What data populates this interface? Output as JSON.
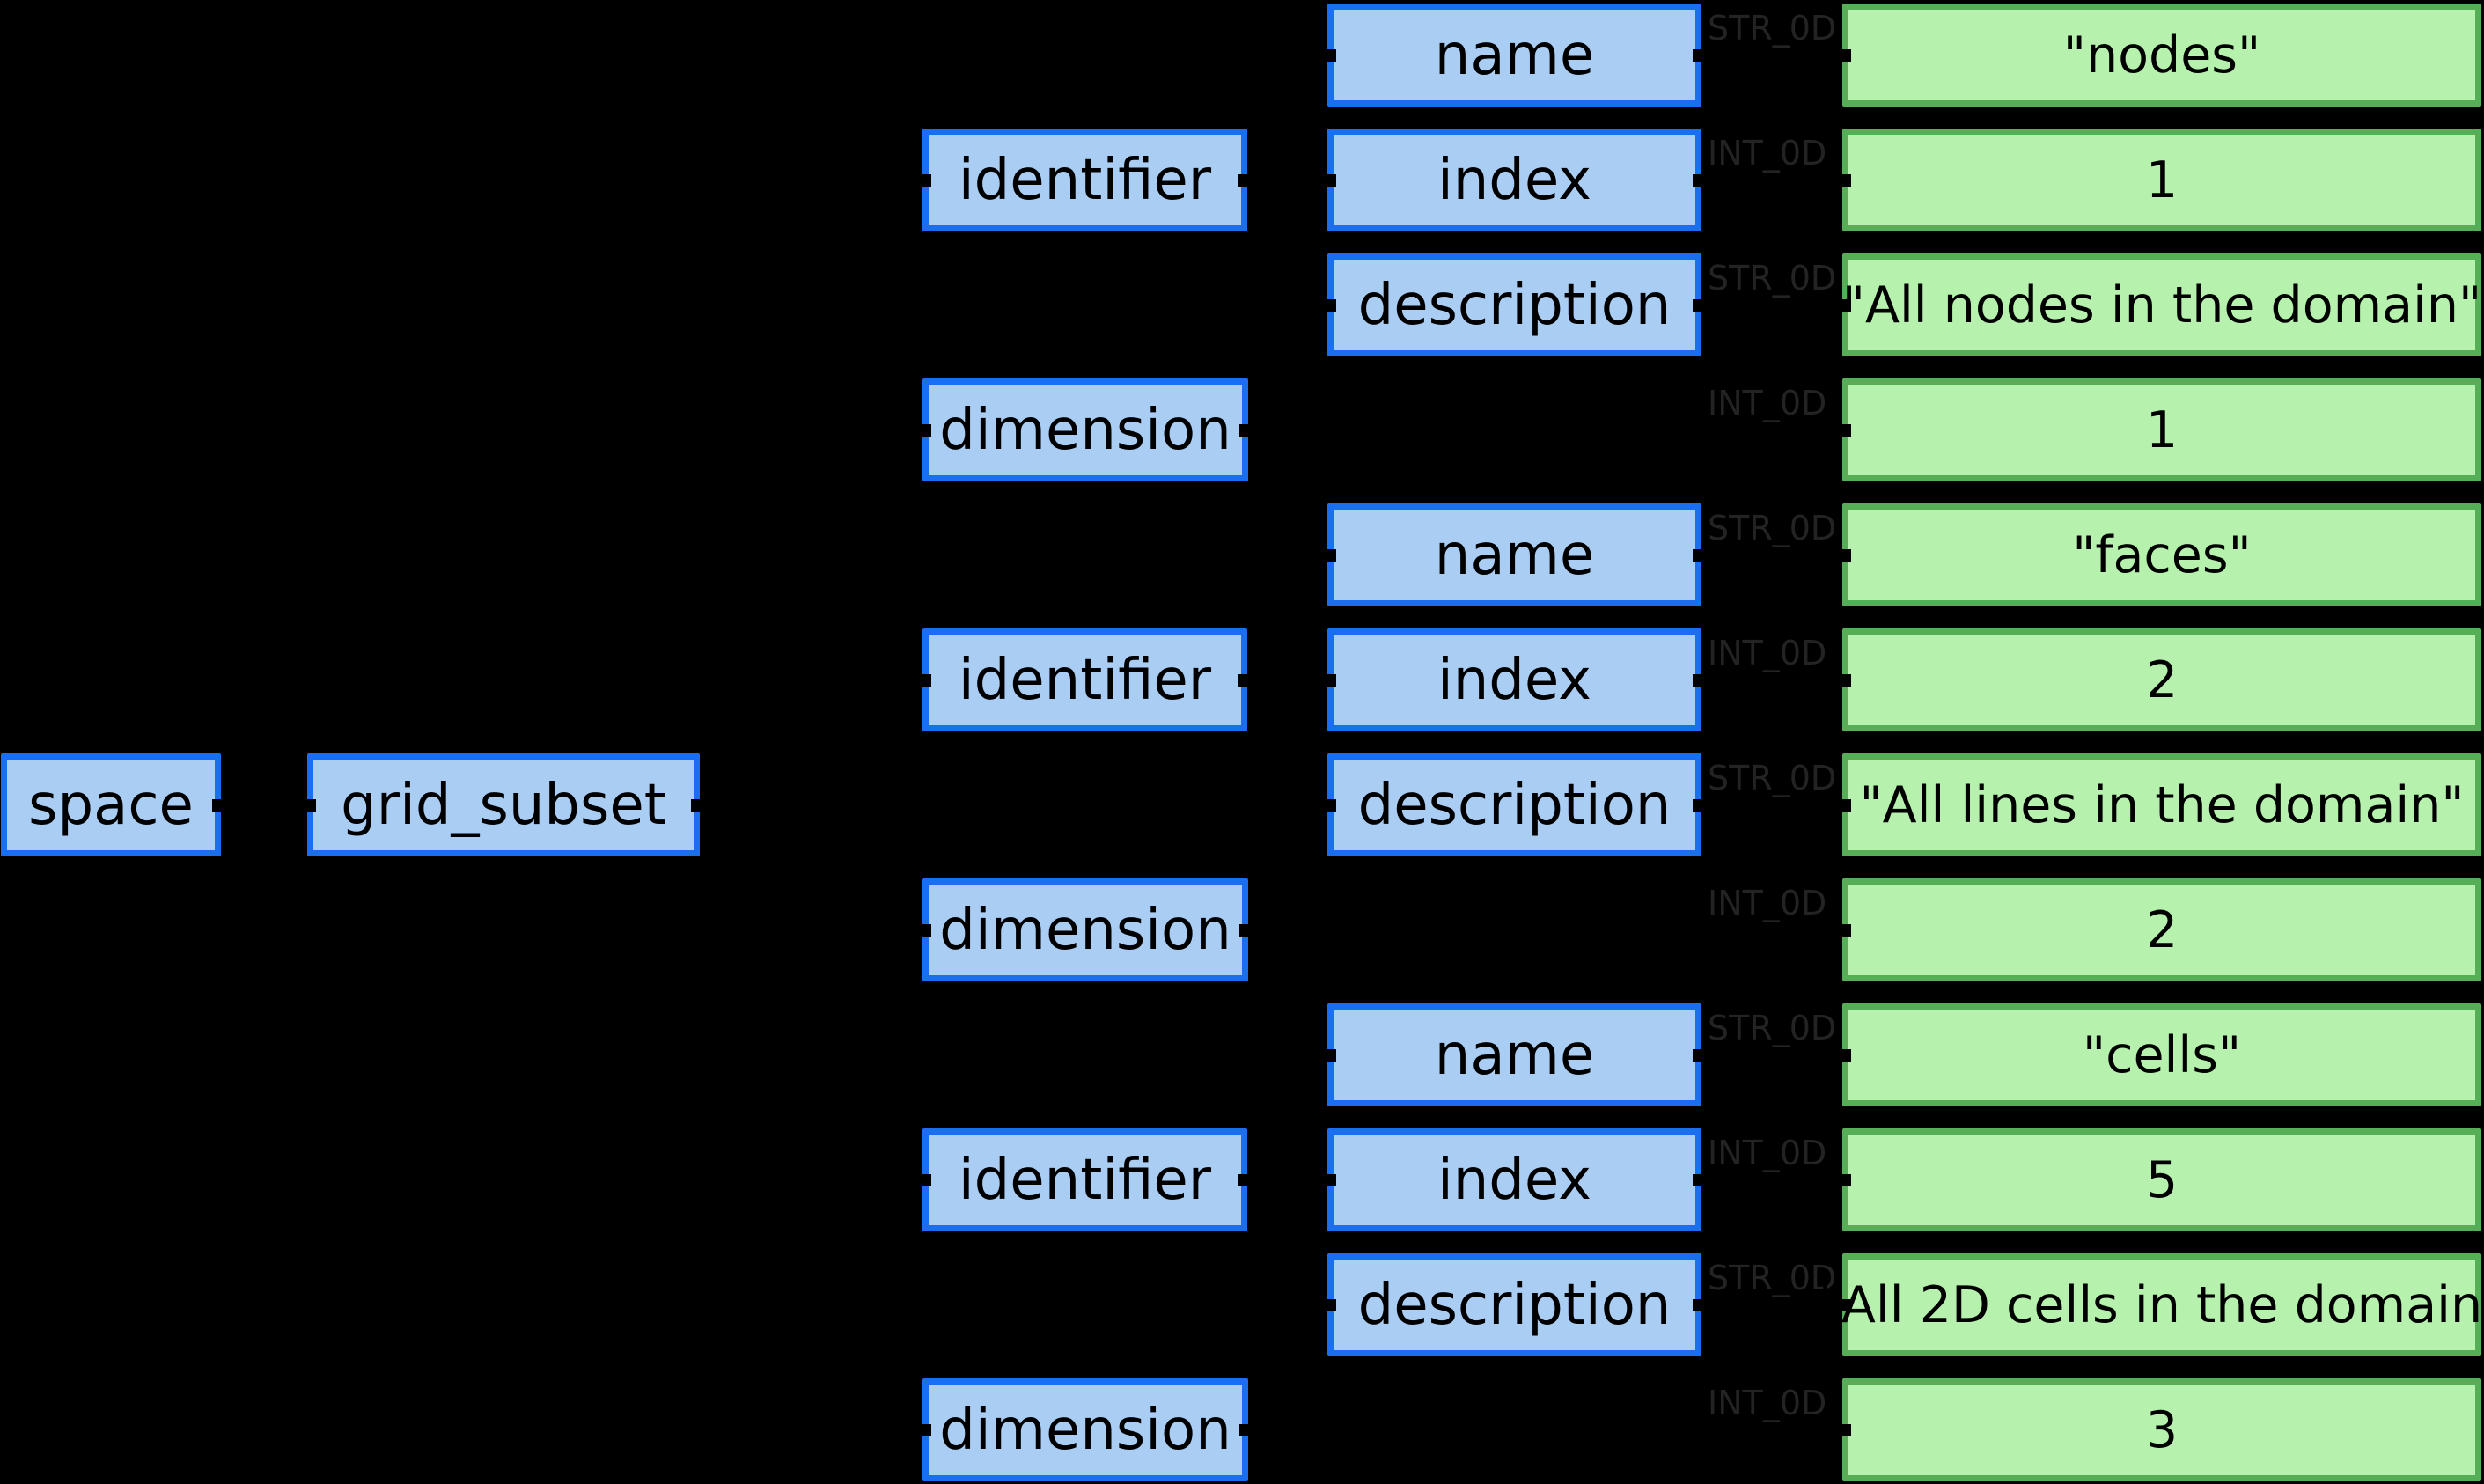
{
  "style": {
    "background": "#000000",
    "blue_node_fill": "#aacdf3",
    "blue_node_border": "#1a6ff0",
    "green_node_fill": "#b6f2ae",
    "green_node_border": "#56ae56",
    "node_text_color": "#000000",
    "type_label_color": "#232323"
  },
  "root": {
    "label": "space"
  },
  "subset": {
    "label": "grid_subset"
  },
  "labels": {
    "identifier": "identifier",
    "dimension": "dimension",
    "name": "name",
    "index": "index",
    "description": "description"
  },
  "groups": [
    {
      "name": "\"nodes\"",
      "name_type": "STR_0D",
      "index": "1",
      "index_type": "INT_0D",
      "description": "\"All nodes in the domain\"",
      "description_type": "STR_0D",
      "dimension": "1",
      "dimension_type": "INT_0D"
    },
    {
      "name": "\"faces\"",
      "name_type": "STR_0D",
      "index": "2",
      "index_type": "INT_0D",
      "description": "\"All lines in the domain\"",
      "description_type": "STR_0D",
      "dimension": "2",
      "dimension_type": "INT_0D"
    },
    {
      "name": "\"cells\"",
      "name_type": "STR_0D",
      "index": "5",
      "index_type": "INT_0D",
      "description": "\"All 2D cells in the domain\"",
      "description_type": "STR_0D",
      "dimension": "3",
      "dimension_type": "INT_0D"
    }
  ]
}
